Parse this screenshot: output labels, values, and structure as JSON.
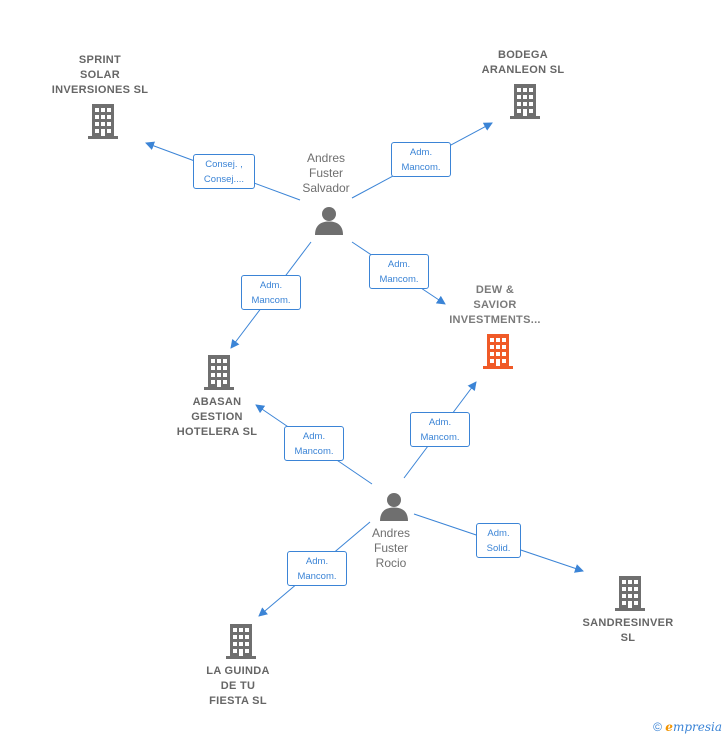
{
  "nodes": {
    "sprint": {
      "name": "SPRINT SOLAR INVERSIONES SL",
      "lines": [
        "SPRINT",
        "SOLAR",
        "INVERSIONES SL"
      ]
    },
    "bodega": {
      "name": "BODEGA ARANLEON SL",
      "lines": [
        "BODEGA",
        "ARANLEON  SL"
      ]
    },
    "dew": {
      "name": "DEW & SAVIOR INVESTMENTS...",
      "lines": [
        "DEW &",
        "SAVIOR",
        "INVESTMENTS..."
      ]
    },
    "abasan": {
      "name": "ABASAN GESTION HOTELERA SL",
      "lines": [
        "ABASAN",
        "GESTION",
        "HOTELERA SL"
      ]
    },
    "laguinda": {
      "name": "LA GUINDA DE TU FIESTA SL",
      "lines": [
        "LA GUINDA",
        "DE TU",
        "FIESTA  SL"
      ]
    },
    "sandres": {
      "name": "SANDRESINVER SL",
      "lines": [
        "SANDRESINVER",
        "SL"
      ]
    },
    "salvador": {
      "name": "Andres Fuster Salvador",
      "lines": [
        "Andres",
        "Fuster",
        "Salvador"
      ]
    },
    "rocio": {
      "name": "Andres Fuster Rocio",
      "lines": [
        "Andres",
        "Fuster",
        "Rocio"
      ]
    }
  },
  "edges": {
    "salvador_sprint": {
      "lines": [
        "Consej. ,",
        "Consej...."
      ]
    },
    "salvador_bodega": {
      "lines": [
        "Adm.",
        "Mancom."
      ]
    },
    "salvador_abasan": {
      "lines": [
        "Adm.",
        "Mancom."
      ]
    },
    "salvador_dew": {
      "lines": [
        "Adm.",
        "Mancom."
      ]
    },
    "rocio_abasan": {
      "lines": [
        "Adm.",
        "Mancom."
      ]
    },
    "rocio_dew": {
      "lines": [
        "Adm.",
        "Mancom."
      ]
    },
    "rocio_laguinda": {
      "lines": [
        "Adm.",
        "Mancom."
      ]
    },
    "rocio_sandres": {
      "lines": [
        "Adm.",
        "Solid."
      ]
    }
  },
  "colors": {
    "edge": "#3b84d6",
    "company": "#6f6f6f",
    "highlight": "#f05a28",
    "person": "#6f6f6f"
  },
  "footer": {
    "copyright": "©",
    "brand_first": "e",
    "brand_rest": "mpresia"
  }
}
